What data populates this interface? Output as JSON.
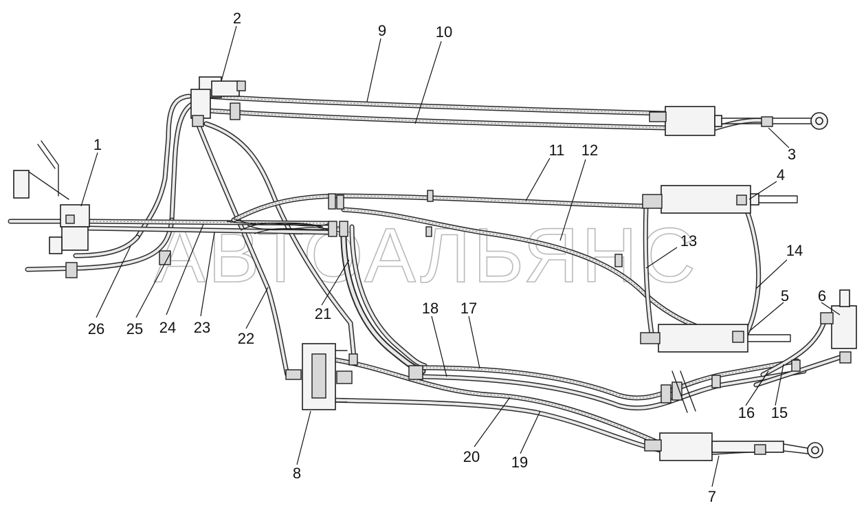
{
  "watermark": "АВТОАЛЬЯНС",
  "callouts": [
    "1",
    "2",
    "3",
    "4",
    "5",
    "6",
    "7",
    "8",
    "9",
    "10",
    "11",
    "12",
    "13",
    "14",
    "15",
    "16",
    "17",
    "18",
    "19",
    "20",
    "21",
    "22",
    "23",
    "24",
    "25",
    "26"
  ]
}
